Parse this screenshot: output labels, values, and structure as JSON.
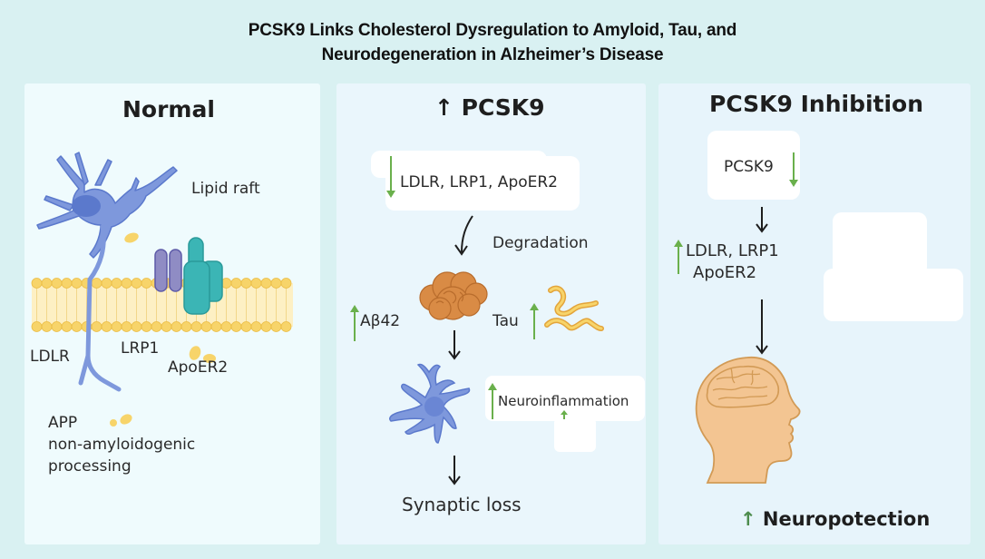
{
  "title": {
    "line1": "PCSK9 Links Cholesterol Dysregulation to Amyloid, Tau, and",
    "line2": "Neurodegeneration in Alzheimer’s Disease"
  },
  "colors": {
    "background": "#d9f1f2",
    "neuron_blue": "#7e98dc",
    "membrane_yellow": "#f7d46a",
    "receptor_purple": "#8f8cc4",
    "receptor_teal": "#3bb5b5",
    "amyloid_orange": "#d98b45",
    "head_peach": "#f3c592",
    "up_down_green": "#6ab04c"
  },
  "panels": [
    {
      "id": "normal",
      "title": "Normal",
      "labels": {
        "lipid_raft": "Lipid raft",
        "ldlr": "LDLR",
        "lrp1": "LRP1",
        "apoer2": "ApoER2",
        "app": "APP",
        "processing_line1": "non-amyloidogenic",
        "processing_line2": "processing"
      }
    },
    {
      "id": "high-pcsk9",
      "title_arrow": "↑",
      "title": "PCSK9",
      "labels": {
        "receptors": "LDLR, LRP1, ApoER2",
        "receptors_change": "down",
        "degradation": "Degradation",
        "abeta": "Aβ42",
        "abeta_change": "up",
        "tau": "Tau",
        "tau_change": "up",
        "neuroinflammation": "Neuroinflammation",
        "neuroinflammation_change": "up",
        "synaptic_loss": "Synaptic loss"
      }
    },
    {
      "id": "inhibition",
      "title": "PCSK9 Inhibition",
      "labels": {
        "pcsk9": "PCSK9",
        "pcsk9_change": "down",
        "receptors_line1": "LDLR, LRP1",
        "receptors_line2": "ApoER2",
        "receptors_change": "up",
        "outcome_arrow": "↑",
        "outcome": "Neuropotection"
      }
    }
  ]
}
